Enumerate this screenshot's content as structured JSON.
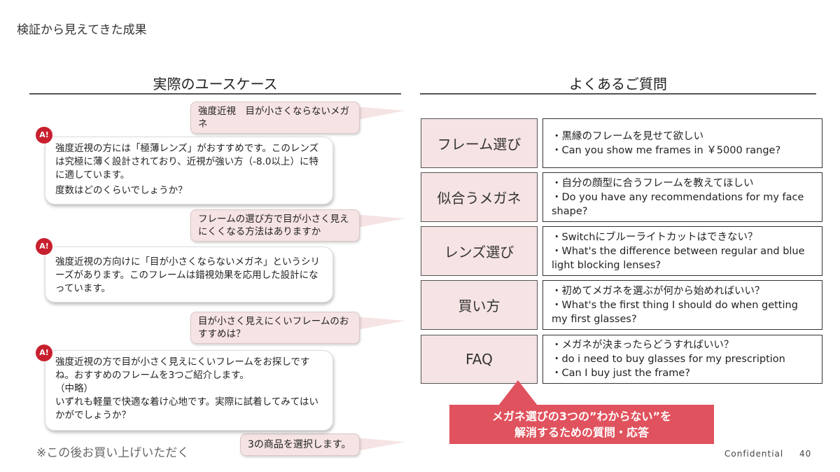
{
  "slide_title": "検証から見えてきた成果",
  "left_heading": "実際のユースケース",
  "right_heading": "よくあるご質問",
  "badge_label": "A!",
  "chat": {
    "user": [
      "強度近視　目が小さくならないメガネ",
      "フレームの選び方で目が小さく見えにくくなる方法はありますか",
      "目が小さく見えにくいフレームのおすすめは？",
      "3の商品を選択します。"
    ],
    "ai": [
      [
        "強度近視の方には「極薄レンズ」がおすすめです。このレンズは究極に薄く設計されており、近視が強い方（-8.0以上）に特に適しています。",
        "度数はどのくらいでしょうか？"
      ],
      [
        "強度近視の方向けに「目が小さくならないメガネ」というシリーズがあります。このフレームは錯視効果を応用した設計になっています。"
      ],
      [
        "強度近視の方で目が小さく見えにくいフレームをお探しですね。おすすめのフレームを3つご紹介します。",
        "（中略）",
        "いずれも軽量で快適な着け心地です。実際に試着してみてはいかがでしょうか？"
      ]
    ]
  },
  "note": "※この後お買い上げいただく",
  "faq": [
    {
      "category": "フレーム選び",
      "items": [
        "・黒縁のフレームを見せて欲しい",
        "・Can you show me frames in ￥5000 range?"
      ]
    },
    {
      "category": "似合うメガネ",
      "items": [
        "・自分の顔型に合うフレームを教えてほしい",
        "・Do you have any recommendations for my face shape?"
      ]
    },
    {
      "category": "レンズ選び",
      "items": [
        "・Switchにブルーライトカットはできない？",
        "・What's the difference between regular and blue light blocking lenses?"
      ]
    },
    {
      "category": "買い方",
      "items": [
        "・初めてメガネを選ぶが何から始めればいい？",
        "・What's the first thing I should do when getting my first glasses?"
      ]
    },
    {
      "category": "FAQ",
      "items": [
        "・メガネが決まったらどうすればいい？",
        "・do i need to buy glasses for my prescription",
        "・Can I buy just the frame?"
      ]
    }
  ],
  "callout": [
    "メガネ選びの3つの”わからない”を",
    "解消するための質問・応答"
  ],
  "footer": {
    "label": "Confidential",
    "page": "40"
  }
}
